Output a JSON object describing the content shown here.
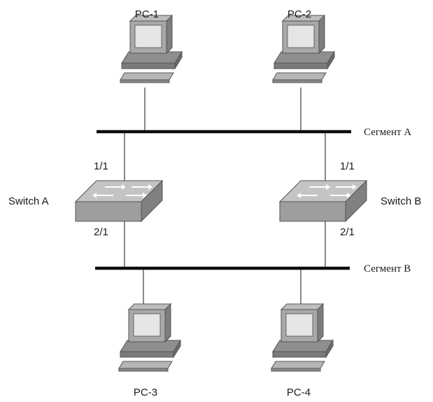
{
  "pcs": [
    {
      "id": "pc1",
      "label": "PC-1"
    },
    {
      "id": "pc2",
      "label": "PC-2"
    },
    {
      "id": "pc3",
      "label": "PC-3"
    },
    {
      "id": "pc4",
      "label": "PC-4"
    }
  ],
  "switches": [
    {
      "id": "switch_a",
      "label": "Switch A",
      "port_top": "1/1",
      "port_bottom": "2/1"
    },
    {
      "id": "switch_b",
      "label": "Switch B",
      "port_top": "1/1",
      "port_bottom": "2/1"
    }
  ],
  "segments": [
    {
      "id": "seg_a",
      "label": "Сегмент A"
    },
    {
      "id": "seg_b",
      "label": "Сегмент B"
    }
  ],
  "colors": {
    "segment_line": "#0d0d0d",
    "wire": "#6a6a6a",
    "device_fill": "#a9a9a9",
    "screen_fill": "#e6e6e6"
  },
  "icons": {
    "pc": "desktop-computer-icon",
    "switch": "network-switch-icon"
  }
}
